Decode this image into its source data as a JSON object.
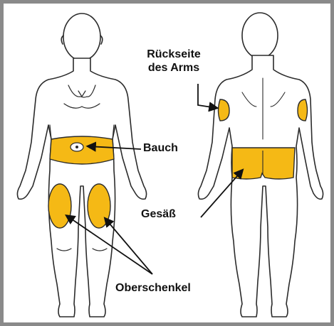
{
  "labels": {
    "back_of_arm_line1": "Rückseite",
    "back_of_arm_line2": "des Arms",
    "belly": "Bauch",
    "buttock": "Gesäß",
    "thigh": "Oberschenkel"
  },
  "colors": {
    "injection_zone": "#f5b915",
    "outline": "#2b2b2b",
    "frame": "#8a8a8a",
    "text": "#111111"
  }
}
